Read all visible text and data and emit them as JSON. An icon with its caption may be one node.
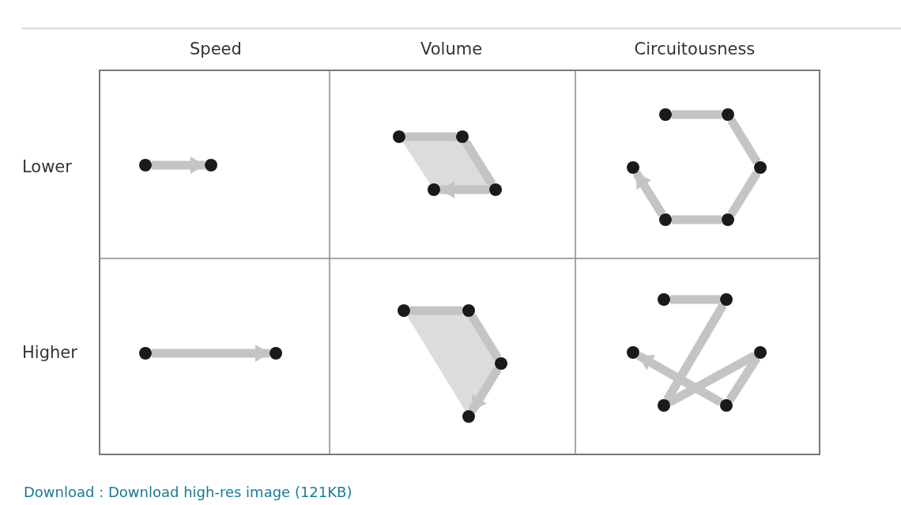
{
  "diagram": {
    "nodes": [
      {
        "text": [],
        "shape": "circle"
      },
      {
        "text": [],
        "shape": "circle"
      },
      {
        "text": [],
        "shape": "circle"
      },
      {
        "text": [],
        "shape": "circle"
      },
      {
        "text": [],
        "shape": "circle"
      },
      {
        "text": [],
        "shape": "circle"
      },
      {
        "text": [],
        "shape": "circle"
      },
      {
        "text": [],
        "shape": "circle"
      },
      {
        "text": [],
        "shape": "circle"
      },
      {
        "text": [],
        "shape": "circle"
      },
      {
        "text": [],
        "shape": "circle"
      },
      {
        "text": [],
        "shape": "circle"
      },
      {
        "text": [],
        "shape": "circle"
      },
      {
        "text": [],
        "shape": "circle"
      },
      {
        "text": [],
        "shape": "circle"
      },
      {
        "text": [],
        "shape": "circle"
      },
      {
        "text": [],
        "shape": "circle"
      },
      {
        "text": [],
        "shape": "circle"
      },
      {
        "text": [],
        "shape": "circle"
      },
      {
        "text": [],
        "shape": "circle"
      },
      {
        "text": [],
        "shape": "circle"
      },
      {
        "text": [],
        "shape": "circle"
      },
      {
        "text": [],
        "shape": "circle"
      },
      {
        "text": [],
        "shape": "circle"
      }
    ],
    "edges": [
      {
        "from": 0,
        "to": 1,
        "arrow": "to"
      },
      {
        "from": 2,
        "to": 3,
        "arrow": "none"
      },
      {
        "from": 3,
        "to": 4,
        "arrow": "none"
      },
      {
        "from": 4,
        "to": 5,
        "arrow": "to"
      },
      {
        "from": 6,
        "to": 7,
        "arrow": "none"
      },
      {
        "from": 7,
        "to": 8,
        "arrow": "none"
      },
      {
        "from": 8,
        "to": 9,
        "arrow": "none"
      },
      {
        "from": 9,
        "to": 10,
        "arrow": "none"
      },
      {
        "from": 10,
        "to": 11,
        "arrow": "to"
      },
      {
        "from": 12,
        "to": 13,
        "arrow": "to"
      },
      {
        "from": 14,
        "to": 15,
        "arrow": "none"
      },
      {
        "from": 15,
        "to": 16,
        "arrow": "none"
      },
      {
        "from": 16,
        "to": 17,
        "arrow": "to"
      },
      {
        "from": 18,
        "to": 19,
        "arrow": "none"
      },
      {
        "from": 19,
        "to": 20,
        "arrow": "none"
      },
      {
        "from": 20,
        "to": 21,
        "arrow": "none"
      },
      {
        "from": 21,
        "to": 22,
        "arrow": "none"
      },
      {
        "from": 22,
        "to": 23,
        "arrow": "to"
      }
    ],
    "labels": [
      "Speed",
      "Volume",
      "Circuitousness",
      "Lower",
      "Higher",
      "Download : Download high-res image (121KB)"
    ]
  }
}
